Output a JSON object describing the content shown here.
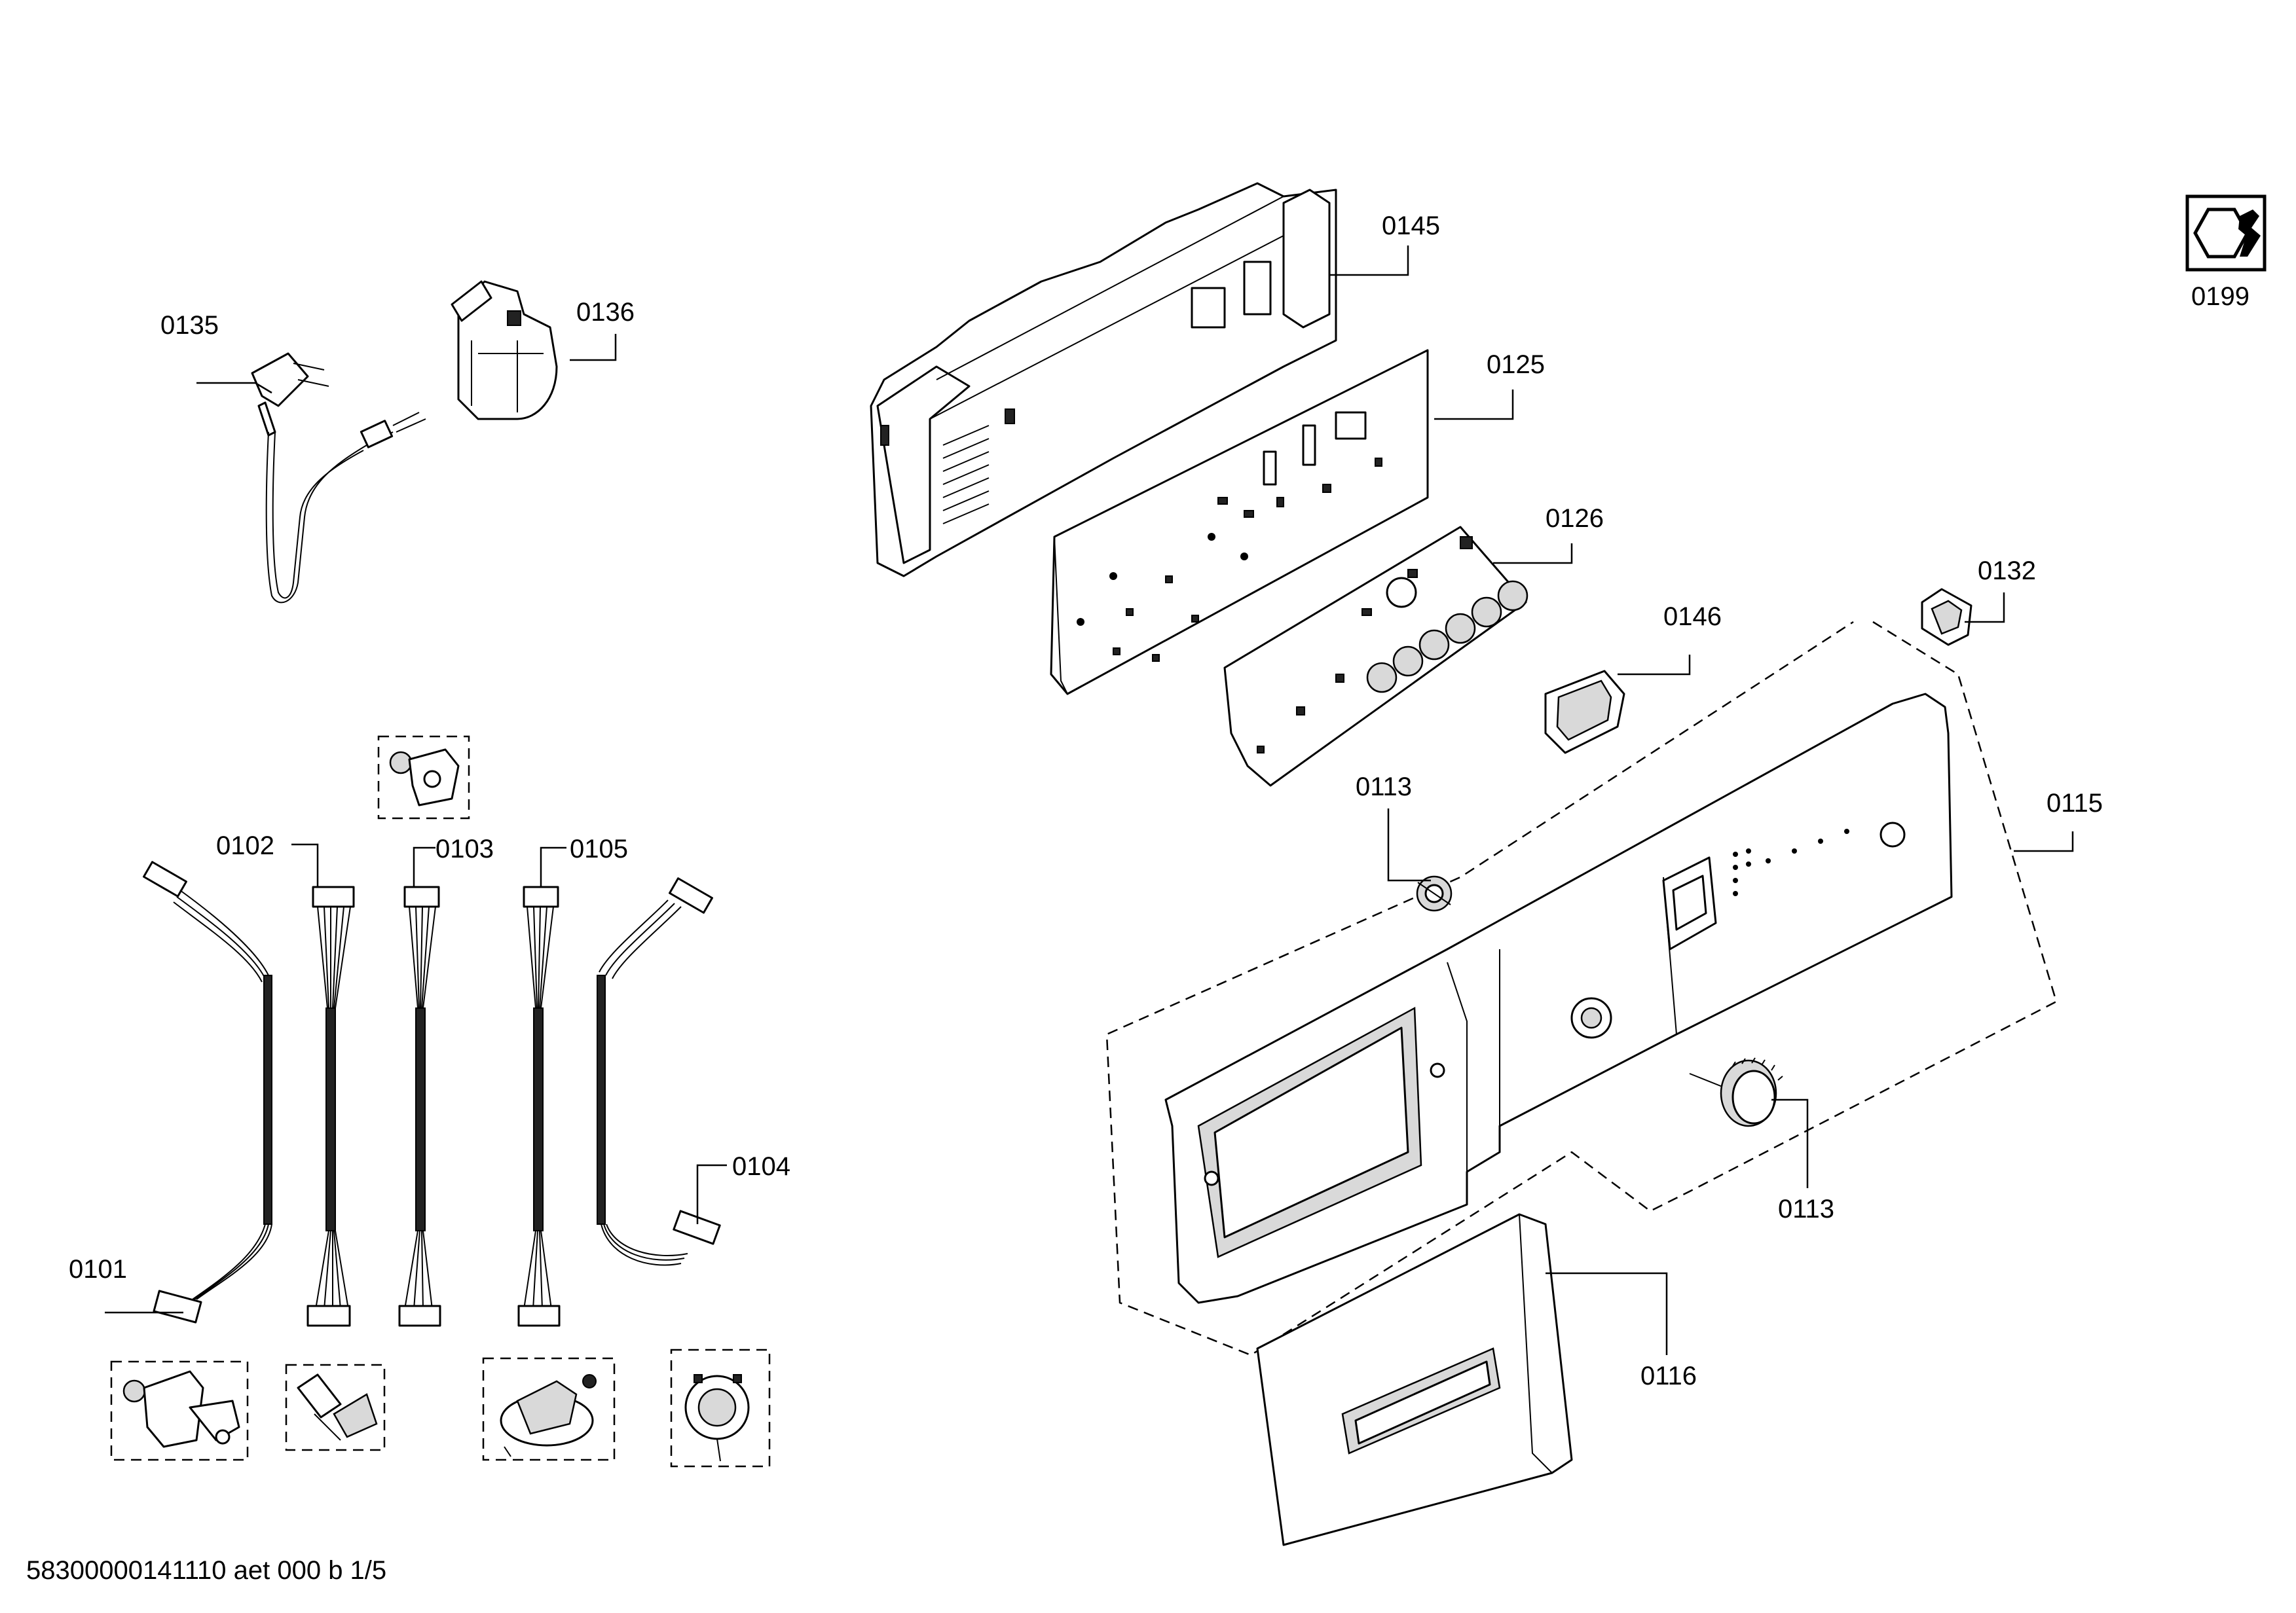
{
  "footer": {
    "doc_code": "58300000141110 aet 000 b 1/5"
  },
  "tool_icon": {
    "number": "0199",
    "icon": "nut-wrench-icon"
  },
  "labels": {
    "p0135": "0135",
    "p0136": "0136",
    "p0145": "0145",
    "p0125": "0125",
    "p0126": "0126",
    "p0132": "0132",
    "p0146": "0146",
    "p0113a": "0113",
    "p0115": "0115",
    "p0113b": "0113",
    "p0116": "0116",
    "p0102": "0102",
    "p0103": "0103",
    "p0105": "0105",
    "p0104": "0104",
    "p0101": "0101"
  }
}
